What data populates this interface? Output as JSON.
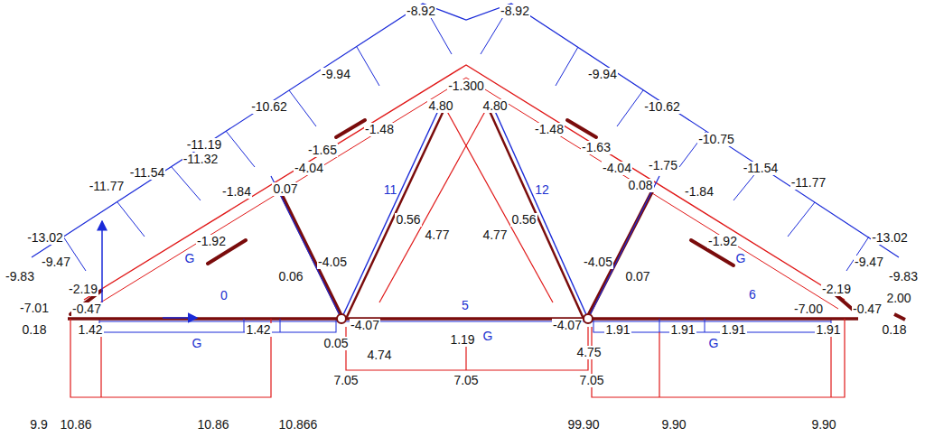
{
  "diagram": {
    "labels": [
      "-8.92",
      "-8.92",
      "-9.94",
      "-9.94",
      "-1.300",
      "4.80",
      "4.80",
      "-10.62",
      "-10.62",
      "-1.48",
      "-1.48",
      "-11.19",
      "-10.75",
      "-1.65",
      "-1.63",
      "-11.32",
      "-11.54",
      "-11.54",
      "-4.04",
      "-1.75",
      "-4.04",
      "-11.77",
      "-11.77",
      "-1.84",
      "-1.84",
      "0.07",
      "0.08",
      "11",
      "12",
      "0.56",
      "0.56",
      "4.77",
      "4.77",
      "-13.02",
      "-13.02",
      "-1.92",
      "-1.92",
      "G",
      "G",
      "-4.05",
      "-4.05",
      "-9.47",
      "-9.47",
      "0.06",
      "0.07",
      "-9.83",
      "-9.83",
      "-2.19",
      "-2.19",
      "0",
      "5",
      "6",
      "-7.01",
      "-0.47",
      "-4.07",
      "-4.07",
      "-7.00",
      "-0.47",
      "2.00",
      "G",
      "G",
      "G",
      "0.18",
      "1.42",
      "1.42",
      "0.05",
      "4.74",
      "1.19",
      "4.75",
      "1.91",
      "1.91",
      "1.91",
      "1.91",
      "0.18",
      "7.05",
      "7.05",
      "7.05",
      "9.9",
      "10.86",
      "10.86",
      "10.866",
      "99.90",
      "9.90",
      "9.90"
    ]
  }
}
